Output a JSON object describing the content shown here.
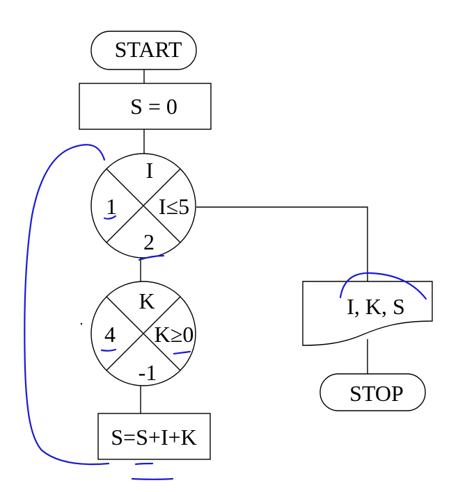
{
  "flowchart": {
    "start_label": "START",
    "init_label": "S = 0",
    "outer_loop": {
      "variable": "I",
      "start": "1",
      "condition": "I≤5",
      "step": "2"
    },
    "inner_loop": {
      "variable": "K",
      "start": "4",
      "condition": "K≥0",
      "step": "-1"
    },
    "process_label": "S=S+I+K",
    "output_label": "I, K, S",
    "stop_label": "STOP"
  },
  "annotations": {
    "ink_color": "#1a1ad6"
  }
}
